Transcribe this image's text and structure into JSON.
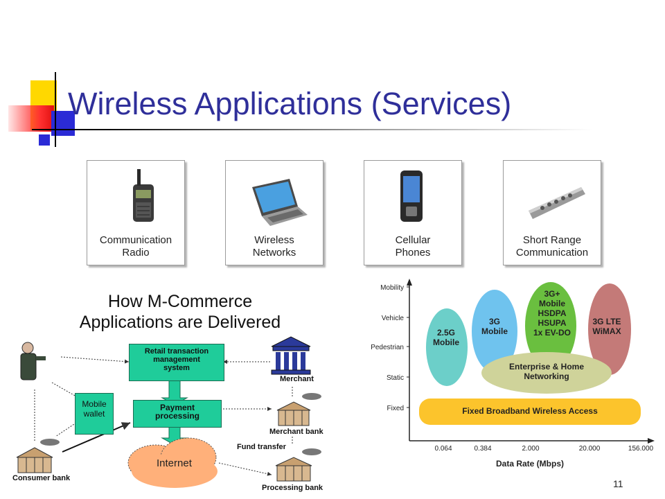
{
  "slide": {
    "title": "Wireless Applications (Services)",
    "page_number": "11"
  },
  "cards": [
    {
      "label": "Communication\nRadio",
      "icon": "radio-icon"
    },
    {
      "label": "Wireless\nNetworks",
      "icon": "laptop-icon"
    },
    {
      "label": "Cellular\nPhones",
      "icon": "phone-icon"
    },
    {
      "label": "Short Range\nCommunication",
      "icon": "remote-icon"
    }
  ],
  "mcommerce": {
    "title": "How M-Commerce\nApplications are Delivered",
    "retail": "Retail transaction\nmanagement\nsystem",
    "payment": "Payment\nprocessing",
    "wallet": "Mobile\nwallet",
    "internet": "Internet",
    "merchant": "Merchant",
    "merchant_bank": "Merchant bank",
    "fund_transfer": "Fund transfer",
    "consumer_bank": "Consumer bank",
    "processing_bank": "Processing bank",
    "colors": {
      "box": "#1fcc9a",
      "cloud": "#ffb07a"
    }
  },
  "chart": {
    "y_levels": [
      "Mobility",
      "Vehicle",
      "Pedestrian",
      "Static",
      "Fixed"
    ],
    "x_ticks": [
      "0.064",
      "0.384",
      "2.000",
      "20.000",
      "156.000"
    ],
    "x_label": "Data Rate (Mbps)",
    "regions": [
      {
        "label": "2.5G\nMobile",
        "color": "#6ccfc9"
      },
      {
        "label": "3G\nMobile",
        "color": "#6fc3ee"
      },
      {
        "label": "3G+\nMobile\nHSDPA\nHSUPA\n1x EV-DO",
        "color": "#6abf3f"
      },
      {
        "label": "3G LTE\nWiMAX",
        "color": "#c47a78"
      },
      {
        "label": "Enterprise & Home\nNetworking",
        "color": "#cfd39a"
      },
      {
        "label": "Fixed Broadband Wireless Access",
        "color": "#fcc42c"
      }
    ]
  }
}
